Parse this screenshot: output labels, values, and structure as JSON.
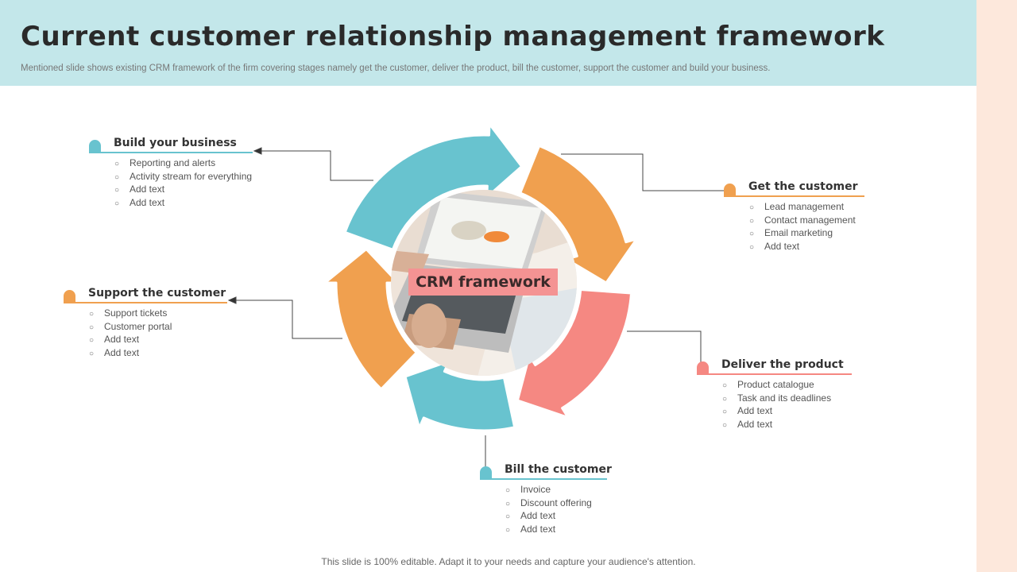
{
  "header": {
    "title": "Current customer relationship management framework",
    "subtitle": "Mentioned slide shows existing CRM framework of the firm covering stages namely get the customer, deliver the product, bill the customer, support the customer and build your business."
  },
  "center": {
    "label": "CRM framework"
  },
  "colors": {
    "teal": "#68c3cf",
    "orange": "#f0a04f",
    "coral": "#f58882",
    "header_bg": "#c3e7ea",
    "side_strip": "#fde8dc"
  },
  "stages": {
    "build": {
      "title": "Build your business",
      "items": [
        "Reporting and alerts",
        "Activity  stream for everything",
        "Add text",
        "Add text"
      ]
    },
    "get": {
      "title": "Get the customer",
      "items": [
        "Lead management",
        "Contact management",
        "Email marketing",
        "Add text"
      ]
    },
    "support": {
      "title": "Support the customer",
      "items": [
        "Support  tickets",
        "Customer portal",
        "Add text",
        "Add text"
      ]
    },
    "deliver": {
      "title": "Deliver the product",
      "items": [
        "Product catalogue",
        "Task and its deadlines",
        "Add text",
        "Add text"
      ]
    },
    "bill": {
      "title": "Bill the customer",
      "items": [
        "Invoice",
        "Discount offering",
        "Add text",
        "Add text"
      ]
    }
  },
  "footer": {
    "text": "This slide is 100% editable. Adapt it to your needs and capture your audience's attention."
  }
}
